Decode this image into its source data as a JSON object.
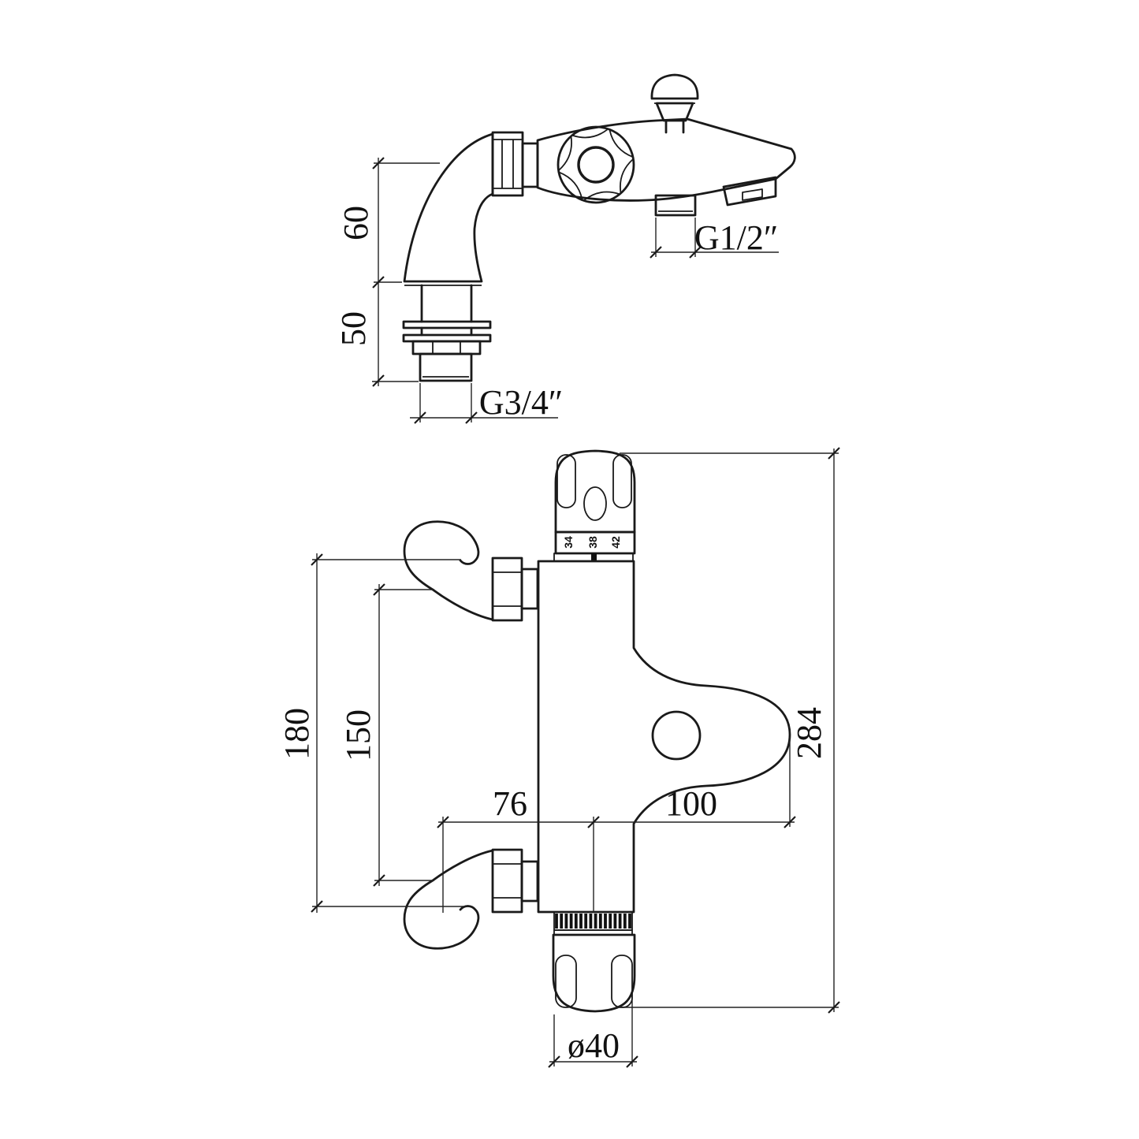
{
  "drawing": {
    "background": "#ffffff",
    "line_color": "#1a1a1a",
    "views": {
      "side": {
        "dims": {
          "spout_height": "60",
          "deck_thread_length": "50",
          "deck_thread_size": "G3/4″",
          "outlet_thread_size": "G1/2″"
        }
      },
      "front": {
        "dims": {
          "union_top_height": "180",
          "union_center_height": "150",
          "left_center_width": "76",
          "center_right_width": "100",
          "overall_height": "284",
          "handle_diameter": "ø40"
        },
        "temperature_scale": {
          "mark1": "34",
          "mark2": "38",
          "mark3": "42"
        }
      }
    }
  }
}
